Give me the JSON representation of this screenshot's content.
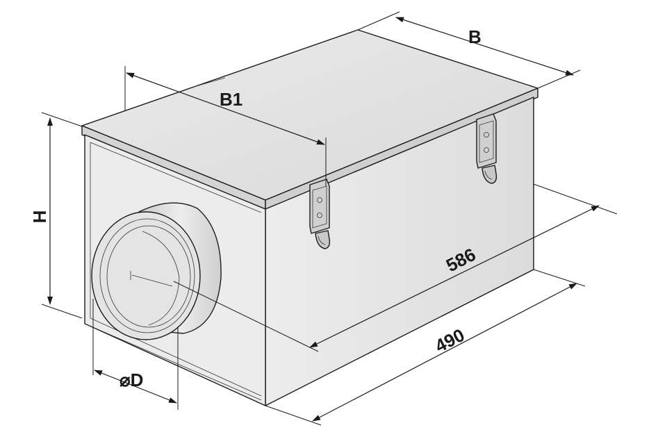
{
  "labels": {
    "width_b": "B",
    "width_b1": "B1",
    "height_h": "H",
    "length_586": "586",
    "length_490": "490",
    "diameter_d": "⌀D"
  },
  "colors": {
    "stroke": "#1a1a1a",
    "lid_top": "#e2e2e2",
    "side_face": "#e6e6e6",
    "front_face": "#ececec",
    "collar": "#d9d9d9",
    "background": "#ffffff"
  }
}
